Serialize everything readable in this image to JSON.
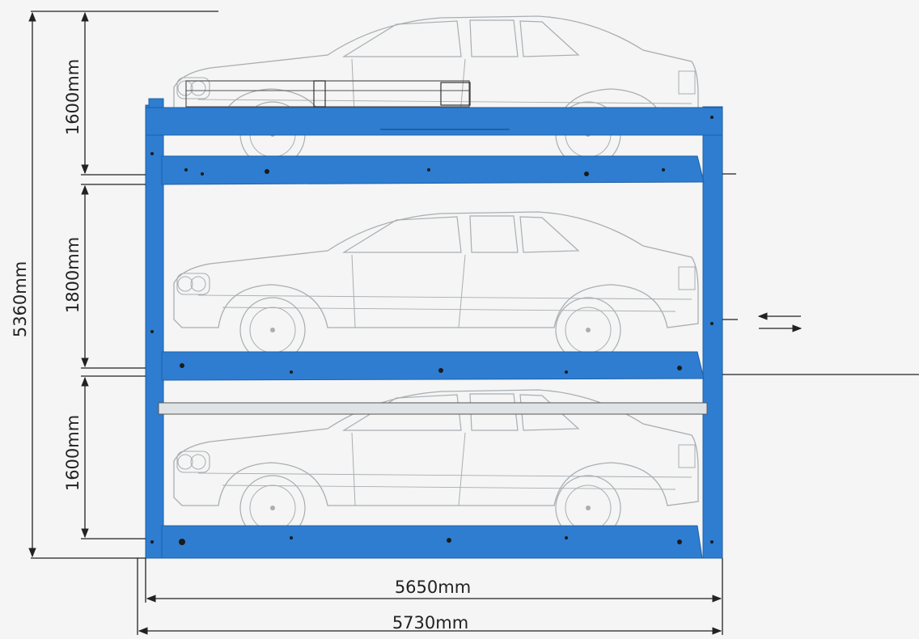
{
  "dimensions": {
    "total_height": "5360mm",
    "upper_level": "1600mm",
    "middle_level": "1800mm",
    "lower_level": "1600mm",
    "inner_width": "5650mm",
    "outer_width": "5730mm"
  },
  "colors": {
    "frame_blue": "#2e7dd1",
    "frame_blue_dark": "#1e5fa8",
    "car_outline": "#a9aeb3",
    "dim_line": "#222222",
    "background": "#f4f5f4"
  },
  "icons": {
    "direction_arrows": "left-right-arrows-icon"
  }
}
